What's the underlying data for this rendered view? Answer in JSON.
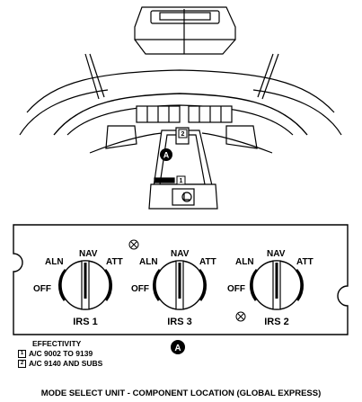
{
  "cockpit": {
    "detail_callout": "A",
    "note_refs": [
      "1",
      "2"
    ]
  },
  "detail_panel": {
    "detail_callout": "A",
    "knobs": [
      {
        "id": "irs-1",
        "label": "IRS 1",
        "positions": [
          "ALN",
          "NAV",
          "ATT",
          "OFF"
        ],
        "selected": "NAV"
      },
      {
        "id": "irs-3",
        "label": "IRS 3",
        "positions": [
          "ALN",
          "NAV",
          "ATT",
          "OFF"
        ],
        "selected": "NAV"
      },
      {
        "id": "irs-2",
        "label": "IRS 2",
        "positions": [
          "ALN",
          "NAV",
          "ATT",
          "OFF"
        ],
        "selected": "NAV"
      }
    ]
  },
  "effectivity": {
    "title": "EFFECTIVITY",
    "items": [
      {
        "ref": "1",
        "text": "A/C 9002 TO 9139"
      },
      {
        "ref": "2",
        "text": "A/C 9140 AND SUBS"
      }
    ]
  },
  "caption": "MODE SELECT UNIT - COMPONENT LOCATION (GLOBAL EXPRESS)"
}
